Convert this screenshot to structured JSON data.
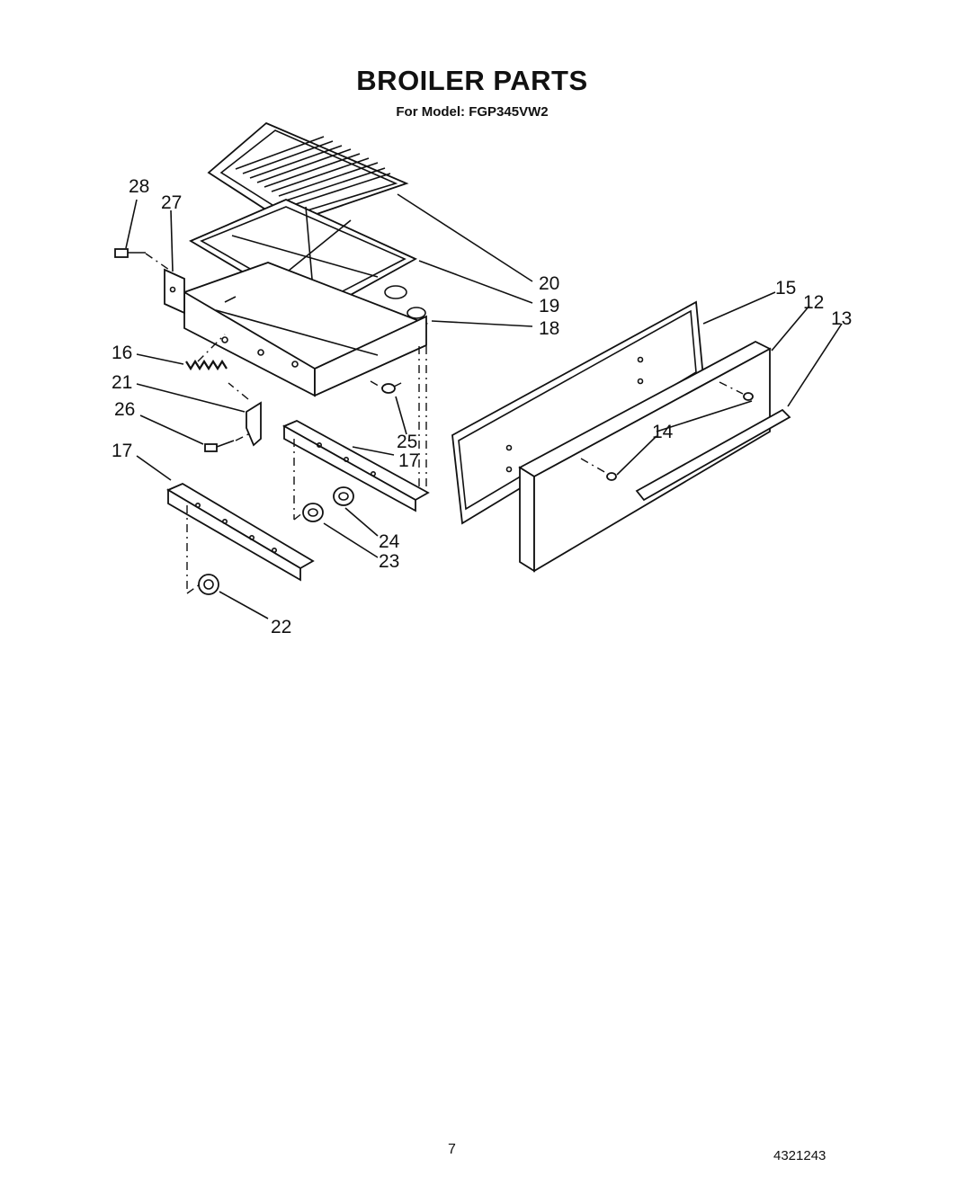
{
  "header": {
    "title": "BROILER PARTS",
    "subtitle": "For Model: FGP345VW2"
  },
  "footer": {
    "page_number": "7",
    "document_number": "4321243"
  },
  "callouts": {
    "c28": "28",
    "c27": "27",
    "c20": "20",
    "c19": "19",
    "c18": "18",
    "c15": "15",
    "c12": "12",
    "c13": "13",
    "c16": "16",
    "c21": "21",
    "c26": "26",
    "c25": "25",
    "c17a": "17",
    "c14": "14",
    "c17b": "17",
    "c24": "24",
    "c23": "23",
    "c22": "22"
  }
}
